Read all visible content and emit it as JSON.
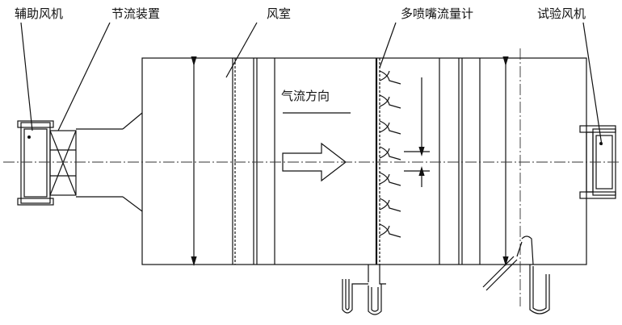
{
  "diagram": {
    "labels": {
      "aux_fan": "辅助风机",
      "throttle": "节流装置",
      "chamber": "风室",
      "nozzle_meter": "多喷嘴流量计",
      "test_fan": "试验风机",
      "airflow": "气流方向"
    },
    "colors": {
      "line": "#111111",
      "background": "#ffffff"
    }
  }
}
